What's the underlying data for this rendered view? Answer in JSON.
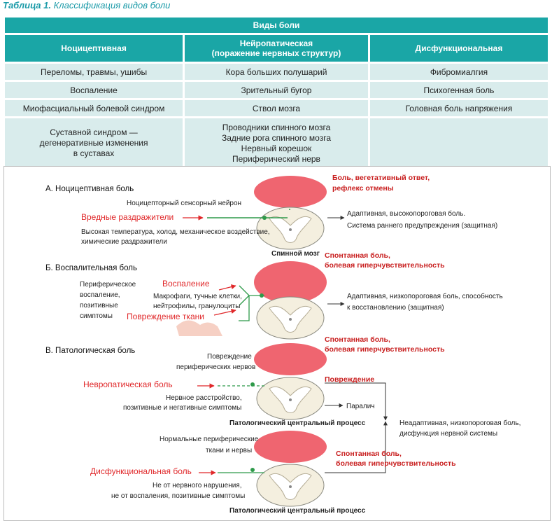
{
  "caption": {
    "label": "Таблица 1.",
    "title": "Классификация видов боли"
  },
  "table": {
    "title": "Виды боли",
    "headers": [
      "Ноцицептивная",
      "Нейропатическая",
      "(поражение нервных структур)",
      "Дисфункциональная"
    ],
    "rows": [
      [
        "Переломы, травмы, ушибы",
        "Кора больших полушарий",
        "Фибромиалгия"
      ],
      [
        "Воспаление",
        "Зрительный бугор",
        "Психогенная боль"
      ],
      [
        "Миофасциальный болевой синдром",
        "Ствол мозга",
        "Головная боль напряжения"
      ]
    ],
    "last_row": {
      "col1": [
        "Суставной синдром —",
        "дегенеративные изменения",
        "в суставах"
      ],
      "col2": [
        "Проводники спинного мозга",
        "Задние рога спинного мозга",
        "Нервный корешок",
        "Периферический нерв"
      ],
      "col3": ""
    }
  },
  "figure": {
    "colors": {
      "brain": "#ef6570",
      "red_text": "#e0282a",
      "green": "#2e9a4a"
    },
    "A": {
      "title": "А. Ноцицептивная боль",
      "neuron": "Ноцицепторный сенсорный нейрон",
      "stimulus": "Вредные раздражители",
      "desc1": "Высокая температура, холод, механическое воздействие,",
      "desc2": "химические раздражители",
      "cord": "Спинной мозг",
      "effect1": "Боль, вегетативный ответ,",
      "effect2": "рефлекс отмены",
      "out1": "Адаптивная, высокопороговая боль.",
      "out2": "Система раннего предупреждения (защитная)"
    },
    "B": {
      "title": "Б. Воспалительная боль",
      "left1": "Периферическое",
      "left2": "воспаление,",
      "left3": "позитивные",
      "left4": "симптомы",
      "inflam": "Воспаление",
      "cells1": "Макрофаги, тучные клетки,",
      "cells2": "нейтрофилы, гранулоциты",
      "damage": "Повреждение ткани",
      "effect1": "Спонтанная боль,",
      "effect2": "болевая гиперчувствительность",
      "out1": "Адаптивная, низкопороговая боль, способность",
      "out2": "к восстановлению (защитная)"
    },
    "C": {
      "title": "В. Патологическая боль",
      "damage1": "Повреждение",
      "damage2": "периферических нервов",
      "neuropathic": "Невропатическая боль",
      "nerve1": "Нервное расстройство,",
      "nerve2": "позитивные и негативные симптомы",
      "effect1": "Спонтанная боль,",
      "effect2": "болевая гиперчувствительность",
      "injury": "Повреждение",
      "paralysis": "Паралич",
      "process": "Патологический центральный процесс",
      "out1": "Неадаптивная, низкопороговая боль,",
      "out2": "дисфункция нервной системы"
    },
    "D": {
      "normal1": "Нормальные периферические",
      "normal2": "ткани и нервы",
      "dysfunctional": "Дисфункциональная боль",
      "not1": "Не от нервного нарушения,",
      "not2": "не от воспаления, позитивные симптомы",
      "effect1": "Спонтанная боль,",
      "effect2": "болевая гиперчувствительность",
      "process": "Патологический центральный процесс"
    }
  }
}
